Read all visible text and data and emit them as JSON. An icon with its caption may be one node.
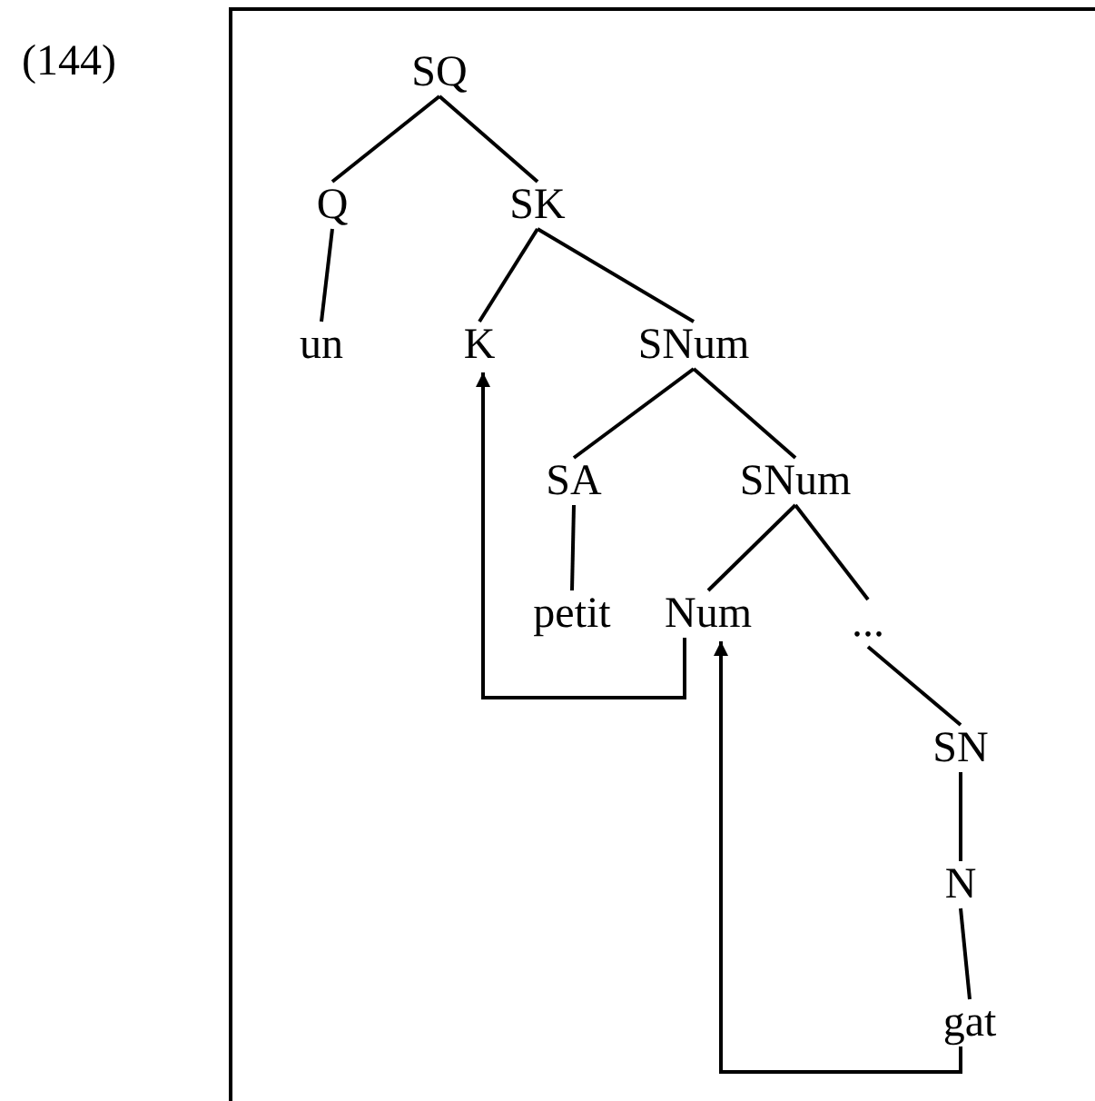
{
  "diagram": {
    "nodes": [
      {
        "text": [
          "SQ"
        ]
      },
      {
        "text": [
          "Q"
        ]
      },
      {
        "text": [
          "SK"
        ]
      },
      {
        "text": [
          "un"
        ]
      },
      {
        "text": [
          "K"
        ]
      },
      {
        "text": [
          "SNum"
        ]
      },
      {
        "text": [
          "SA"
        ]
      },
      {
        "text": [
          "SNum"
        ]
      },
      {
        "text": [
          "petit"
        ]
      },
      {
        "text": [
          "Num"
        ]
      },
      {
        "text": [
          "..."
        ]
      },
      {
        "text": [
          "SN"
        ]
      },
      {
        "text": [
          "N"
        ]
      },
      {
        "text": [
          "gat"
        ]
      }
    ],
    "edges": [
      {
        "from": 0,
        "to": 1,
        "arrow": "none"
      },
      {
        "from": 0,
        "to": 2,
        "arrow": "none"
      },
      {
        "from": 1,
        "to": 3,
        "arrow": "none"
      },
      {
        "from": 2,
        "to": 4,
        "arrow": "none"
      },
      {
        "from": 2,
        "to": 5,
        "arrow": "none"
      },
      {
        "from": 5,
        "to": 6,
        "arrow": "none"
      },
      {
        "from": 5,
        "to": 7,
        "arrow": "none"
      },
      {
        "from": 6,
        "to": 8,
        "arrow": "none"
      },
      {
        "from": 7,
        "to": 9,
        "arrow": "none"
      },
      {
        "from": 7,
        "to": 10,
        "arrow": "none"
      },
      {
        "from": 10,
        "to": 11,
        "arrow": "none"
      },
      {
        "from": 11,
        "to": 12,
        "arrow": "none"
      },
      {
        "from": 12,
        "to": 13,
        "arrow": "none"
      },
      {
        "from": 9,
        "to": 4,
        "arrow": "to"
      },
      {
        "from": 13,
        "to": 9,
        "arrow": "to"
      }
    ],
    "labels": [
      "(144)"
    ]
  }
}
